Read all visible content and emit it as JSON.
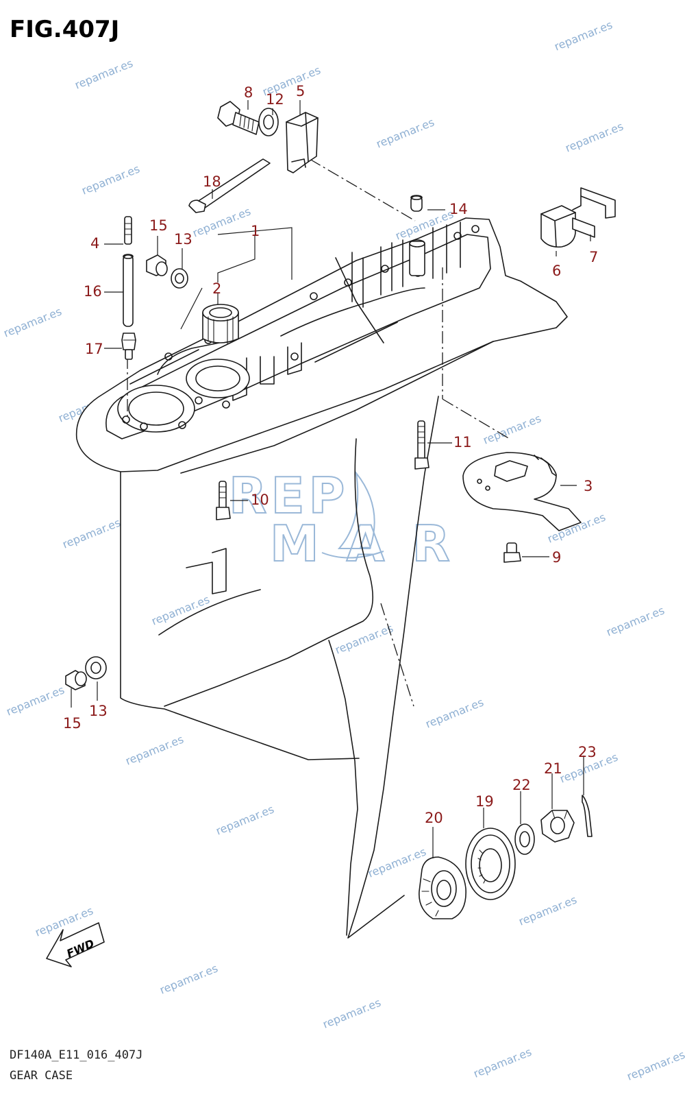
{
  "figure": {
    "title": "FIG.407J",
    "code": "DF140A_E11_016_407J",
    "caption": "GEAR CASE"
  },
  "watermark": {
    "text": "repamar.es",
    "logo_lines": [
      "REP",
      "MAR"
    ]
  },
  "fwd_label": "FWD",
  "callouts": [
    {
      "id": "c8",
      "label": "8"
    },
    {
      "id": "c12",
      "label": "12"
    },
    {
      "id": "c5",
      "label": "5"
    },
    {
      "id": "c18",
      "label": "18"
    },
    {
      "id": "c14",
      "label": "14"
    },
    {
      "id": "c6",
      "label": "6"
    },
    {
      "id": "c7",
      "label": "7"
    },
    {
      "id": "c4",
      "label": "4"
    },
    {
      "id": "c15a",
      "label": "15"
    },
    {
      "id": "c13a",
      "label": "13"
    },
    {
      "id": "c1",
      "label": "1"
    },
    {
      "id": "c2",
      "label": "2"
    },
    {
      "id": "c16",
      "label": "16"
    },
    {
      "id": "c17",
      "label": "17"
    },
    {
      "id": "c11",
      "label": "11"
    },
    {
      "id": "c3",
      "label": "3"
    },
    {
      "id": "c10",
      "label": "10"
    },
    {
      "id": "c9",
      "label": "9"
    },
    {
      "id": "c13b",
      "label": "13"
    },
    {
      "id": "c15b",
      "label": "15"
    },
    {
      "id": "c23",
      "label": "23"
    },
    {
      "id": "c21",
      "label": "21"
    },
    {
      "id": "c22",
      "label": "22"
    },
    {
      "id": "c19",
      "label": "19"
    },
    {
      "id": "c20",
      "label": "20"
    }
  ],
  "colors": {
    "callout": "#8b1a1a",
    "watermark": "#8fb0d3",
    "line": "#1a1a1a"
  }
}
